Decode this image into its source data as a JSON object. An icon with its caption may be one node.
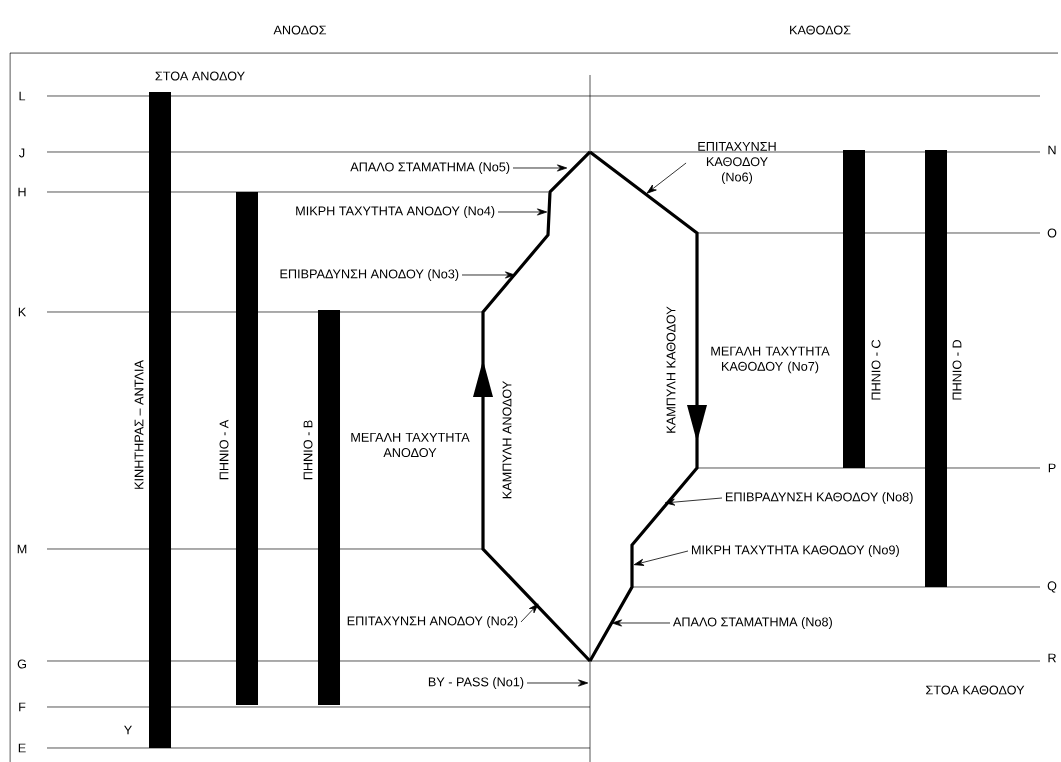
{
  "diagram": {
    "nodes": [
      {
        "text": [
          "ΑΠΑΛΟ ΣΤΑΜΑΤΗΜΑ (No5)"
        ]
      },
      {
        "text": [
          "ΜΙΚΡΗ ΤΑΧΥΤΗΤΑ ΑΝΟΔΟΥ (No4)"
        ]
      },
      {
        "text": [
          "ΕΠΙΒΡΑΔΥΝΣΗ ΑΝΟΔΟΥ (No3)"
        ]
      },
      {
        "text": [
          "ΕΠΙΤΑΧΥΝΣΗ ΑΝΟΔΟΥ (No2)"
        ]
      },
      {
        "text": [
          "BY - PASS (No1)"
        ]
      },
      {
        "text": [
          "ΕΠΙΤΑΧΥΝΣΗ ΚΑΘΟΔΟΥ (No6)"
        ]
      },
      {
        "text": [
          "ΕΠΙΒΡΑΔΥΝΣΗ ΚΑΘΟΔΟΥ (No8)"
        ]
      },
      {
        "text": [
          "ΜΙΚΡΗ ΤΑΧΥΤΗΤΑ ΚΑΘΟΔΟΥ (No9)"
        ]
      },
      {
        "text": [
          "ΑΠΑΛΟ ΣΤΑΜΑΤΗΜΑ (No8)"
        ]
      },
      {
        "text": [],
        "shape": "bar",
        "beside": [
          "ΚΙΝΗΤΗΡΑΣ – ΑΝΤΛΙΑ"
        ]
      },
      {
        "text": [],
        "shape": "bar",
        "beside": [
          "ΠΗΝΙΟ - A"
        ]
      },
      {
        "text": [],
        "shape": "bar",
        "beside": [
          "ΠΗΝΙΟ - B"
        ]
      },
      {
        "text": [],
        "shape": "bar",
        "beside": [
          "ΠΗΝΙΟ - C"
        ]
      },
      {
        "text": [],
        "shape": "bar",
        "beside": [
          "ΠΗΝΙΟ - D"
        ]
      }
    ],
    "edges": [
      {
        "from": 0,
        "to": null,
        "arrow": "to"
      },
      {
        "from": 1,
        "to": null,
        "arrow": "to"
      },
      {
        "from": 2,
        "to": null,
        "arrow": "to"
      },
      {
        "from": 3,
        "to": null,
        "arrow": "to"
      },
      {
        "from": 4,
        "to": null,
        "arrow": "to"
      },
      {
        "from": 5,
        "to": null,
        "arrow": "to"
      },
      {
        "from": 6,
        "to": null,
        "arrow": "to"
      },
      {
        "from": 7,
        "to": null,
        "arrow": "to"
      },
      {
        "from": 8,
        "to": null,
        "arrow": "to"
      }
    ],
    "labels": [
      "ΑΝΟΔΟΣ",
      "ΚΑΘΟΔΟΣ",
      "ΣΤΟΑ ΑΝΟΔΟΥ",
      "L",
      "J",
      "N",
      "H",
      "O",
      "K",
      "ΜΕΓΑΛΗ ΤΑΧΥΤΗΤΑ ΑΝΟΔΟΥ",
      "ΚΑΜΠΥΛΗ ΑΝΟΔΟΥ",
      "ΚΑΜΠΥΛΗ ΚΑΘΟΔΟΥ",
      "ΜΕΓΑΛΗ ΤΑΧΥΤΗΤΑ ΚΑΘΟΔΟΥ (No7)",
      "P",
      "M",
      "Q",
      "G",
      "R",
      "ΣΤΟΑ ΚΑΘΟΔΟΥ",
      "F",
      "Y",
      "E"
    ]
  }
}
